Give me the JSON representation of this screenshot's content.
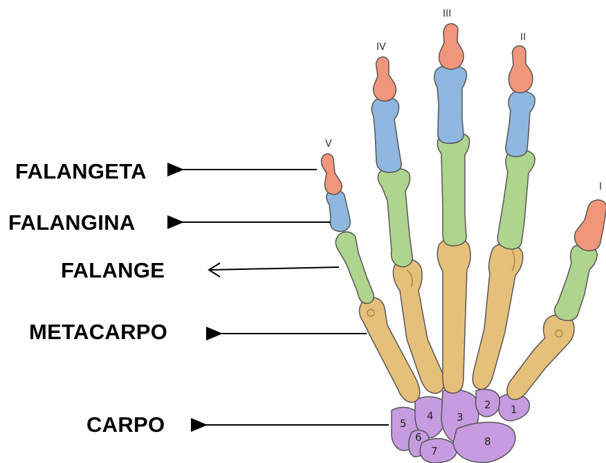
{
  "labels": {
    "falangeta": "FALANGETA",
    "falangina": "FALANGINA",
    "falange": "FALANGE",
    "metacarpo": "METACARPO",
    "carpo": "CARPO"
  },
  "finger_numerals": {
    "i": "I",
    "ii": "II",
    "iii": "III",
    "iv": "IV",
    "v": "V"
  },
  "carpal_numbers": [
    "1",
    "2",
    "3",
    "4",
    "5",
    "6",
    "7",
    "8"
  ],
  "colors": {
    "falangeta": "#F0967A",
    "falangina": "#8FB7DF",
    "falange": "#AFD48E",
    "metacarpo": "#E6C07A",
    "carpo": "#C69BE0",
    "outline": "#555555"
  }
}
